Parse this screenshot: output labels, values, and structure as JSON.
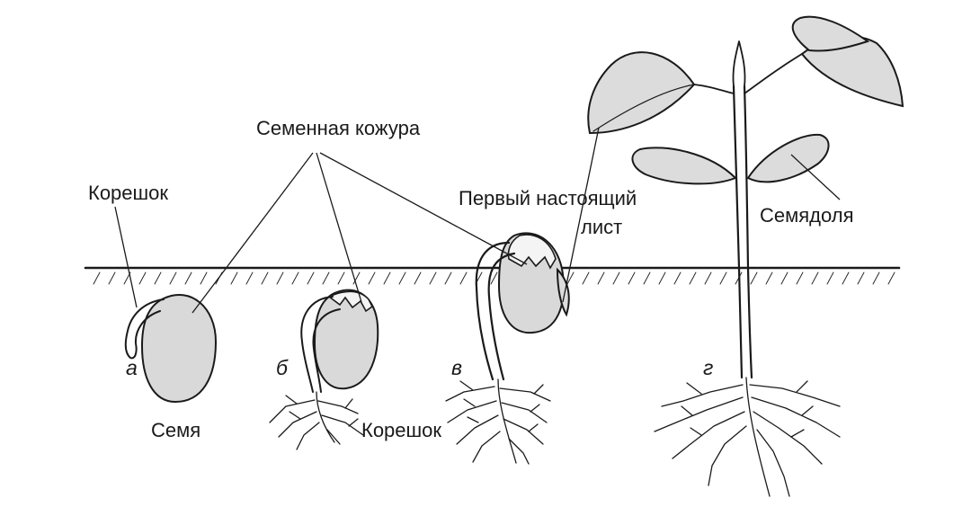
{
  "labels": {
    "seed_coat": "Семенная кожура",
    "root_top": "Корешок",
    "first_leaf_line1": "Первый настоящий",
    "first_leaf_line2": "лист",
    "cotyledon": "Семядоля",
    "seed": "Семя",
    "root_bottom": "Корешок"
  },
  "stages": [
    "а",
    "б",
    "в",
    "г"
  ]
}
